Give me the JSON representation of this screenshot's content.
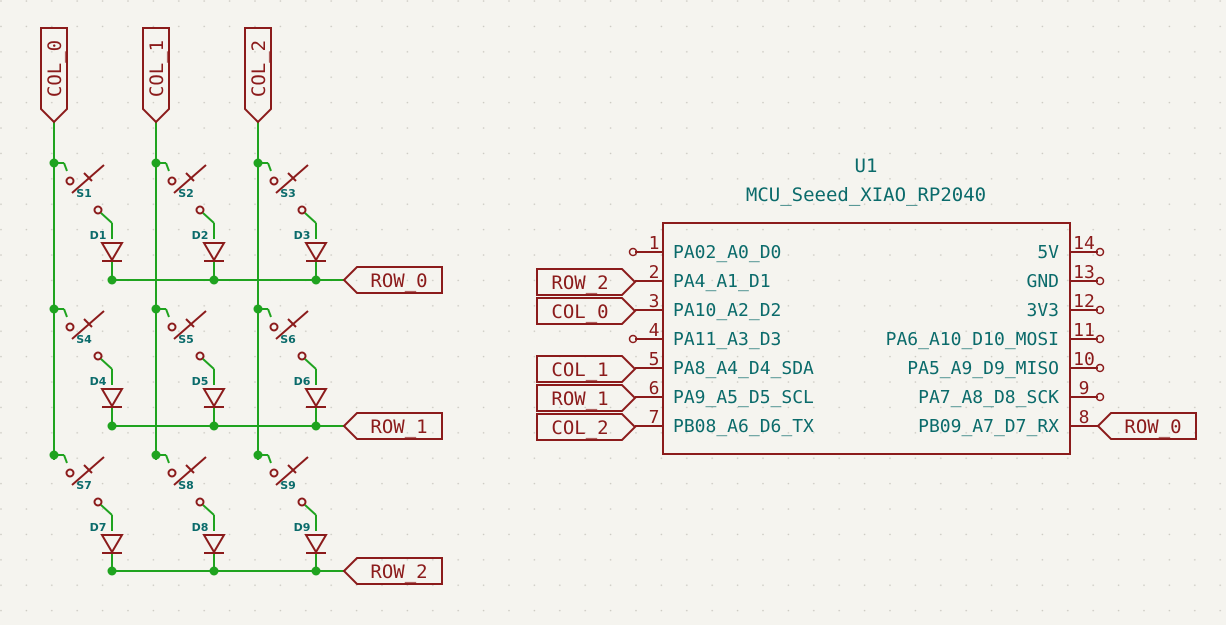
{
  "colors": {
    "wire": "#1fa31f",
    "symbol": "#8b1b1b",
    "text": "#0b6b6b",
    "background": "#f5f4ef"
  },
  "col_labels": [
    "COL_0",
    "COL_1",
    "COL_2"
  ],
  "row_labels": [
    "ROW_0",
    "ROW_1",
    "ROW_2"
  ],
  "switches": [
    "S1",
    "S2",
    "S3",
    "S4",
    "S5",
    "S6",
    "S7",
    "S8",
    "S9"
  ],
  "diodes": [
    "D1",
    "D2",
    "D3",
    "D4",
    "D5",
    "D6",
    "D7",
    "D8",
    "D9"
  ],
  "mcu": {
    "ref": "U1",
    "value": "MCU_Seeed_XIAO_RP2040",
    "left_pins": [
      {
        "num": "1",
        "name": "PA02_A0_D0",
        "net": ""
      },
      {
        "num": "2",
        "name": "PA4_A1_D1",
        "net": "ROW_2"
      },
      {
        "num": "3",
        "name": "PA10_A2_D2",
        "net": "COL_0"
      },
      {
        "num": "4",
        "name": "PA11_A3_D3",
        "net": ""
      },
      {
        "num": "5",
        "name": "PA8_A4_D4_SDA",
        "net": "COL_1"
      },
      {
        "num": "6",
        "name": "PA9_A5_D5_SCL",
        "net": "ROW_1"
      },
      {
        "num": "7",
        "name": "PB08_A6_D6_TX",
        "net": "COL_2"
      }
    ],
    "right_pins": [
      {
        "num": "14",
        "name": "5V",
        "net": ""
      },
      {
        "num": "13",
        "name": "GND",
        "net": ""
      },
      {
        "num": "12",
        "name": "3V3",
        "net": ""
      },
      {
        "num": "11",
        "name": "PA6_A10_D10_MOSI",
        "net": ""
      },
      {
        "num": "10",
        "name": "PA5_A9_D9_MISO",
        "net": ""
      },
      {
        "num": "9",
        "name": "PA7_A8_D8_SCK",
        "net": ""
      },
      {
        "num": "8",
        "name": "PB09_A7_D7_RX",
        "net": "ROW_0"
      }
    ]
  }
}
